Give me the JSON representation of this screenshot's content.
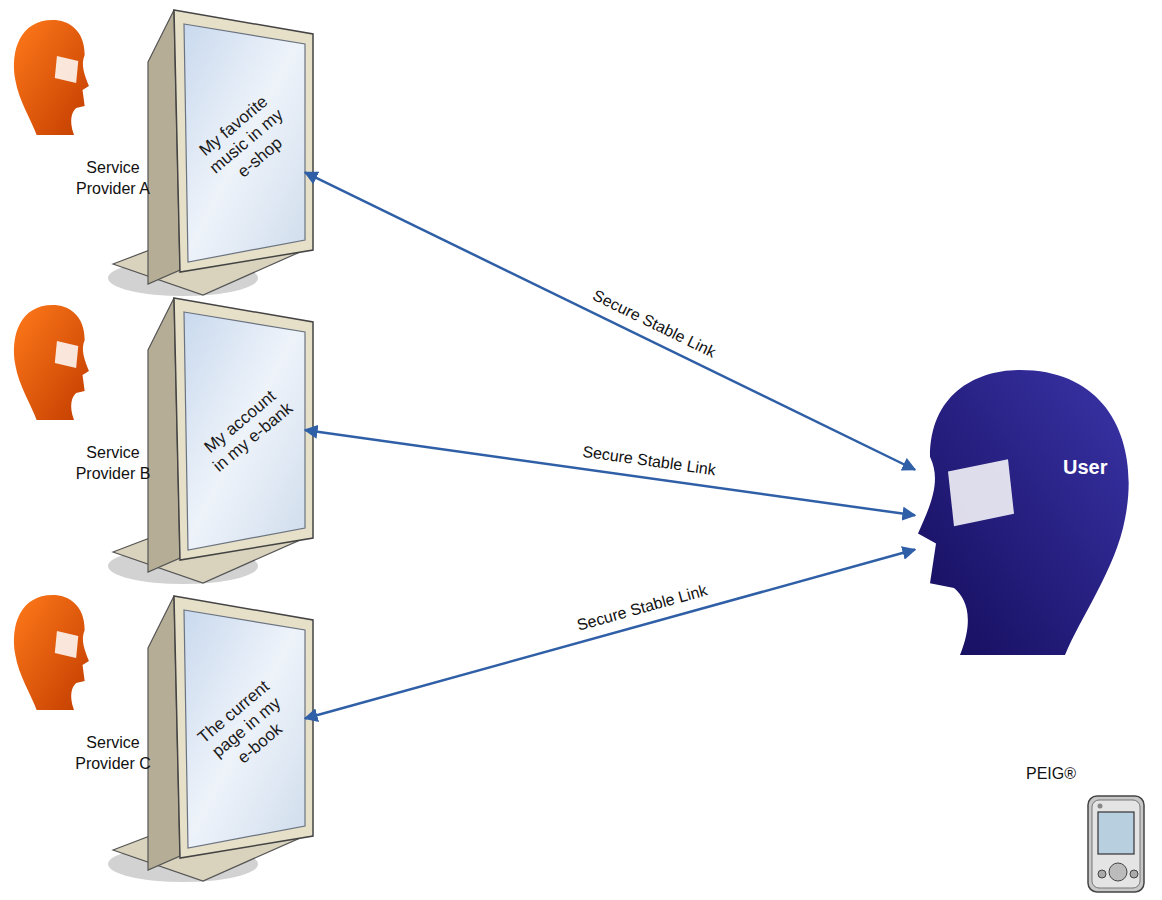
{
  "diagram": {
    "nodes": [
      {
        "text": [
          "Service Provider A"
        ]
      },
      {
        "text": [
          "My favorite music in my e-shop"
        ]
      },
      {
        "text": [
          "Service Provider B"
        ]
      },
      {
        "text": [
          "My account in my e-bank"
        ]
      },
      {
        "text": [
          "Service Provider C"
        ]
      },
      {
        "text": [
          "The current page in my e-book"
        ]
      },
      {
        "text": [
          "User"
        ]
      },
      {
        "text": [
          "PEIG®"
        ]
      }
    ],
    "edges": [
      {
        "from": 1,
        "to": 6,
        "arrow": "both",
        "label": "Secure Stable Link"
      },
      {
        "from": 3,
        "to": 6,
        "arrow": "both",
        "label": "Secure Stable Link"
      },
      {
        "from": 5,
        "to": 6,
        "arrow": "both",
        "label": "Secure Stable Link"
      }
    ]
  }
}
